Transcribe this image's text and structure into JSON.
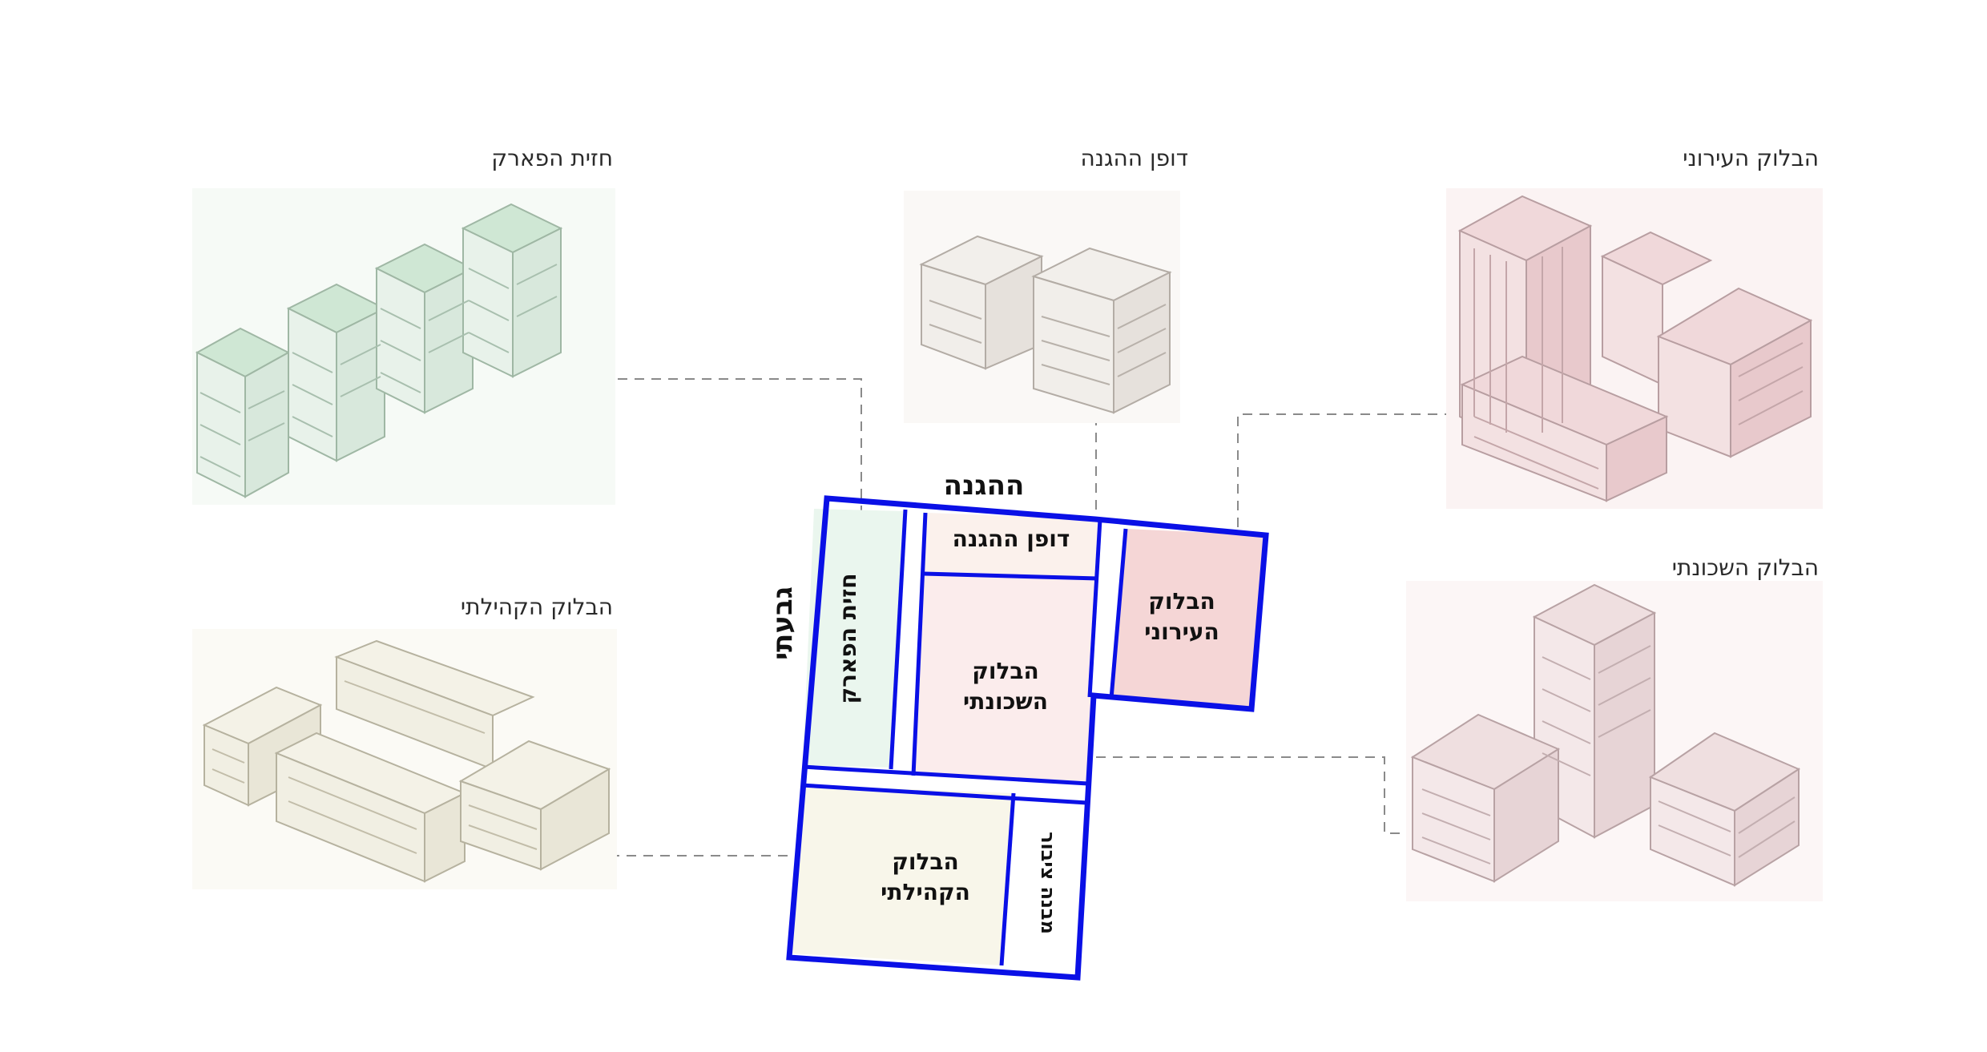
{
  "streets": {
    "top": "ההגנה",
    "left": "גבעתי"
  },
  "plan_labels": {
    "park_front": "חזית הפארק",
    "haganah_edge": "דופן ההגנה",
    "neighborhood_block_1": "הבלוק",
    "neighborhood_block_2": "השכונתי",
    "urban_block_1": "הבלוק",
    "urban_block_2": "העירוני",
    "community_block_1": "הבלוק",
    "community_block_2": "הקהילתי",
    "public_building": "מבנה ציבור"
  },
  "captions": {
    "park_front": "חזית הפארק",
    "haganah_edge": "דופן ההגנה",
    "urban_block": "הבלוק העירוני",
    "community_block": "הבלוק הקהילתי",
    "neighborhood_block": "הבלוק השכונתי"
  },
  "colors": {
    "outline_blue": "#0a10e6",
    "park_fill": "#eaf6ee",
    "haganah_fill": "#fbf1ec",
    "neighborhood_fill": "#fbecec",
    "urban_fill": "#f5d6d6",
    "community_fill": "#f8f6ea",
    "green_building": "#dcefe0",
    "beige_building": "#eeebe6",
    "pink_building": "#efd4d6",
    "cream_building": "#f1efe4"
  }
}
